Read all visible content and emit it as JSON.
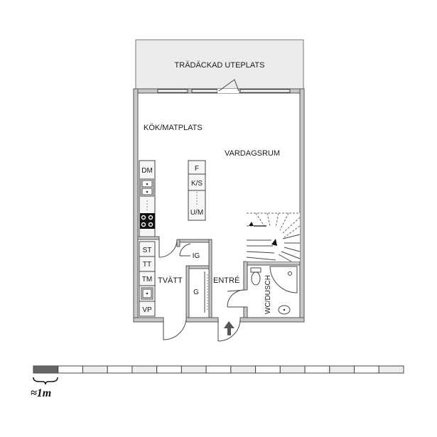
{
  "rooms": {
    "patio": "TRÄDÄCKAD UTEPLATS",
    "kitchen": "KÖK/MATPLATS",
    "living": "VARDAGSRUM",
    "laundry": "TVÄTT",
    "entry": "ENTRÉ",
    "bath": "WC/DUSCH"
  },
  "fixtures": {
    "dm": "DM",
    "f": "F",
    "ks": "K/S",
    "um": "U/M",
    "st": "ST",
    "tt": "TT",
    "tm": "TM",
    "vp": "VP",
    "ig": "IG",
    "g": "G"
  },
  "scale": {
    "label": "≈1m",
    "segments": 15
  },
  "colors": {
    "wall": "#c8c8c8",
    "patio": "#ececec",
    "scale_filled": "#666666",
    "scale_empty": "#eeeeee"
  }
}
